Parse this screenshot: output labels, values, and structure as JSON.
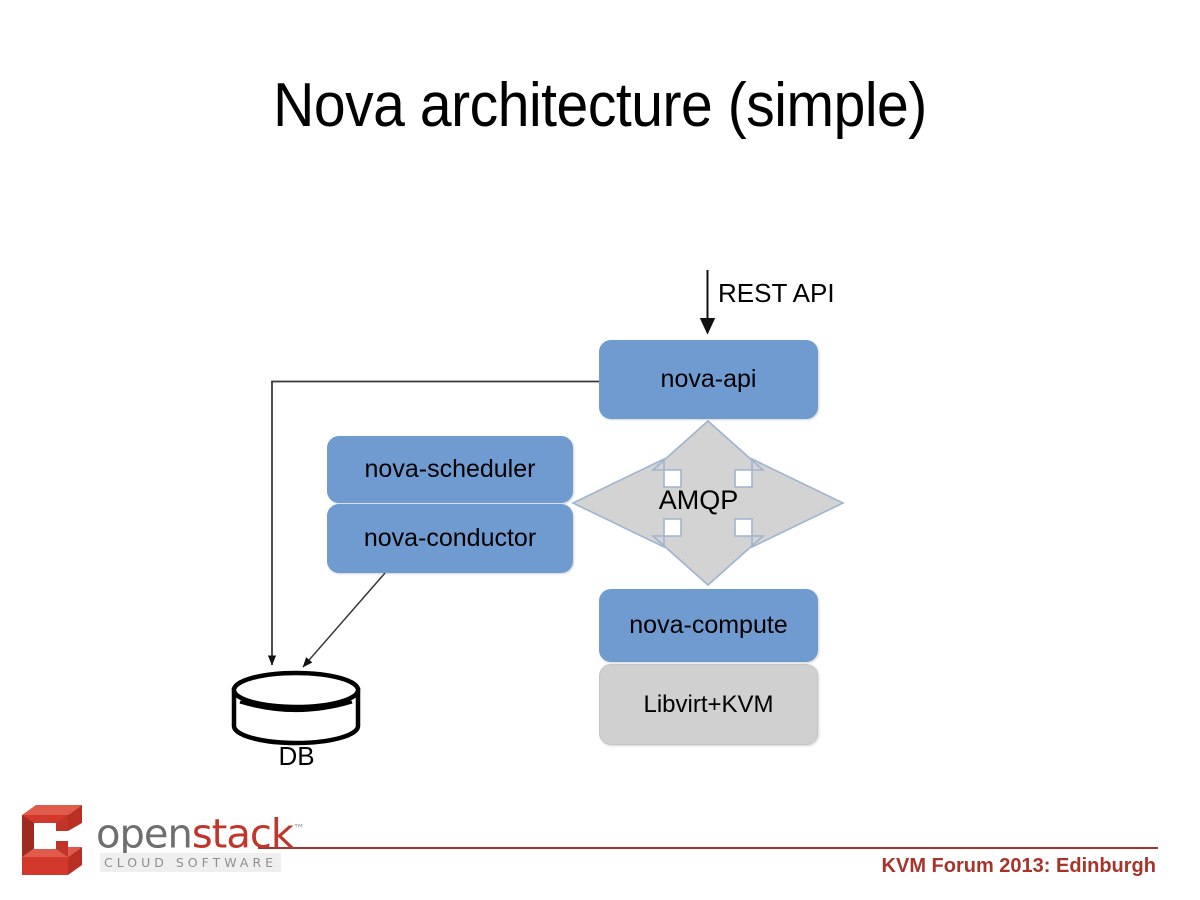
{
  "slide": {
    "title": "Nova architecture (simple)",
    "background_color": "#ffffff"
  },
  "colors": {
    "node_blue": "#6f9bd1",
    "node_gray": "#d0d0d0",
    "arrow_gray_fill": "#d3d3d3",
    "arrow_gray_stroke": "#9fb4cf",
    "connector_black": "#1a1a1a",
    "footer_red": "#a6342a",
    "logo_red": "#c1362c",
    "logo_gray": "#6f6f6f"
  },
  "diagram": {
    "type": "block-diagram",
    "nodes": [
      {
        "id": "nova-api",
        "label": "nova-api",
        "style": "blue"
      },
      {
        "id": "nova-scheduler",
        "label": "nova-scheduler",
        "style": "blue"
      },
      {
        "id": "nova-conductor",
        "label": "nova-conductor",
        "style": "blue"
      },
      {
        "id": "nova-compute",
        "label": "nova-compute",
        "style": "blue"
      },
      {
        "id": "libvirt-kvm",
        "label": "Libvirt+KVM",
        "style": "gray"
      },
      {
        "id": "db",
        "label": "DB",
        "style": "cylinder"
      }
    ],
    "bus": {
      "id": "amqp",
      "label": "AMQP",
      "shape": "four-way-arrow",
      "connects": [
        "nova-api",
        "nova-scheduler",
        "nova-conductor",
        "nova-compute"
      ]
    },
    "edges": [
      {
        "id": "rest-api-in",
        "label": "REST API",
        "from": "external",
        "to": "nova-api",
        "arrow": "single"
      },
      {
        "id": "api-to-db",
        "label": "",
        "from": "nova-api",
        "to": "db",
        "arrow": "single"
      },
      {
        "id": "conductor-to-db",
        "label": "",
        "from": "nova-conductor",
        "to": "db",
        "arrow": "single"
      }
    ]
  },
  "labels": {
    "rest_api": "REST API",
    "amqp": "AMQP",
    "db": "DB"
  },
  "footer": {
    "text": "KVM Forum 2013: Edinburgh"
  },
  "logo": {
    "word_open": "open",
    "word_stack": "stack",
    "trademark": "™",
    "tagline": "CLOUD SOFTWARE"
  }
}
